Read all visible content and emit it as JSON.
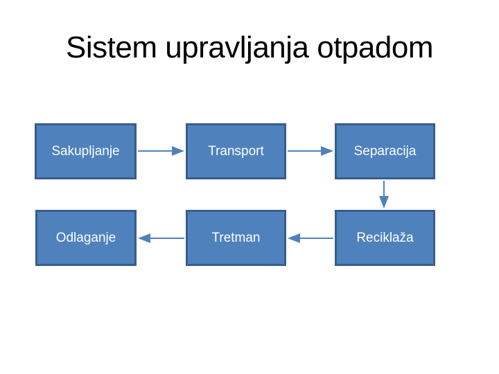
{
  "title": "Sistem upravljanja otpadom",
  "boxes": [
    {
      "label": "Sakupljanje"
    },
    {
      "label": "Transport"
    },
    {
      "label": "Separacija"
    },
    {
      "label": "Odlaganje"
    },
    {
      "label": "Tretman"
    },
    {
      "label": "Reciklaža"
    }
  ],
  "connectors": [
    {
      "from": "Sakupljanje",
      "to": "Transport",
      "direction": "right"
    },
    {
      "from": "Transport",
      "to": "Separacija",
      "direction": "right"
    },
    {
      "from": "Separacija",
      "to": "Reciklaža",
      "direction": "down"
    },
    {
      "from": "Reciklaža",
      "to": "Tretman",
      "direction": "left"
    },
    {
      "from": "Tretman",
      "to": "Odlaganje",
      "direction": "left"
    }
  ],
  "colors": {
    "background": "#FFFFFF",
    "title_text": "#000000",
    "box_fill": "#4F81BD",
    "box_border": "#385D8A",
    "box_label": "#FFFFFF",
    "arrow": "#4F81BD"
  }
}
